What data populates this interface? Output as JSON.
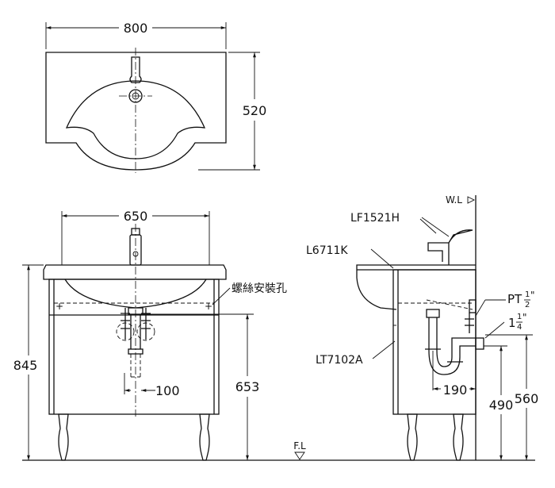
{
  "top_view": {
    "width_label": "800",
    "depth_label": "520"
  },
  "front_view": {
    "basin_width_label": "650",
    "screw_hole_label": "螺絲安裝孔",
    "height_label": "845",
    "drain_height_label": "653",
    "drain_offset_label": "100"
  },
  "side_view": {
    "wall_label": "W.L",
    "floor_label": "F.L",
    "faucet_label": "LF1521H",
    "basin_label": "L6711K",
    "cabinet_label": "LT7102A",
    "supply_label_pt": "PT",
    "supply_frac_num": "1",
    "supply_frac_den": "2",
    "supply_inch": "\"",
    "drain_label_whole": "1",
    "drain_frac_num": "1",
    "drain_frac_den": "4",
    "drain_inch": "\"",
    "trap_offset_label": "190",
    "supply_height_label": "490",
    "drain_height_label": "560"
  }
}
